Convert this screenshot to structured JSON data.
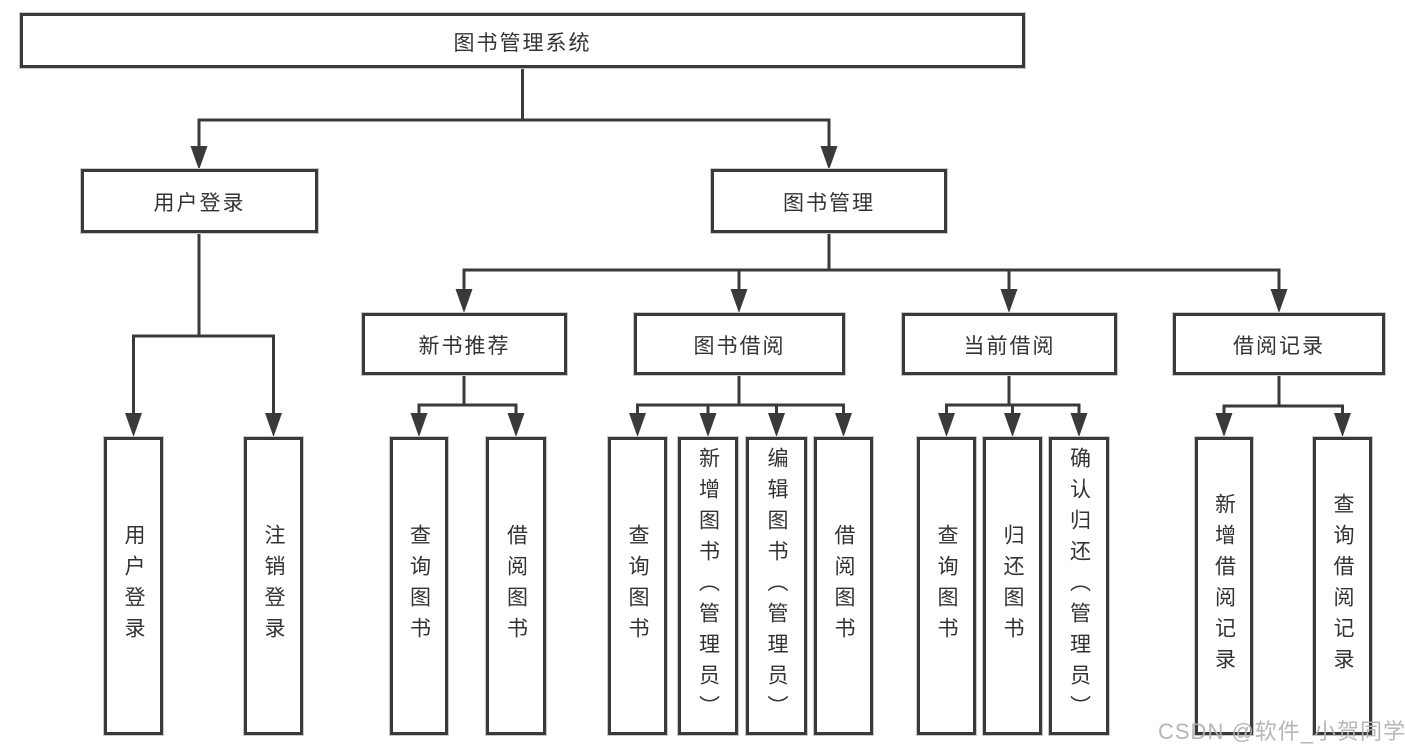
{
  "diagram": {
    "root": {
      "label": "图书管理系统"
    },
    "level2": [
      {
        "label": "用户登录"
      },
      {
        "label": "图书管理"
      }
    ],
    "level3": [
      {
        "label": "新书推荐"
      },
      {
        "label": "图书借阅"
      },
      {
        "label": "当前借阅"
      },
      {
        "label": "借阅记录"
      }
    ],
    "leaves": {
      "user_login": [
        "用户登录",
        "注销登录"
      ],
      "new_book_rec": [
        "查询图书",
        "借阅图书"
      ],
      "book_borrow": [
        "查询图书",
        "新增图书（管理员）",
        "编辑图书（管理员）",
        "借阅图书"
      ],
      "current_borrow": [
        "查询图书",
        "归还图书",
        "确认归还（管理员）"
      ],
      "borrow_record": [
        "新增借阅记录",
        "查询借阅记录"
      ]
    }
  },
  "watermark": "CSDN @软件_小贺同学",
  "colors": {
    "line": "#3a3a3a",
    "border": "#3a3a3a",
    "text": "#333333",
    "background": "#ffffff",
    "watermark": "#b2b2b2"
  }
}
